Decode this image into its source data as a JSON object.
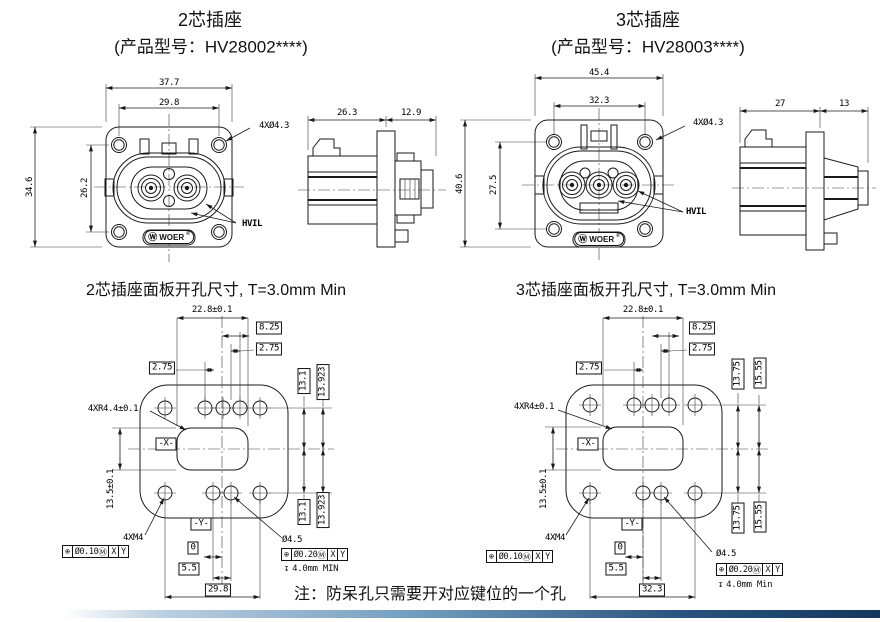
{
  "note": "注：防呆孔只需要开对应键位的一个孔",
  "two_pin": {
    "title": "2芯插座",
    "subtitle": "(产品型号：HV28002****)",
    "front": {
      "width_outer": "37.7",
      "width_inner": "29.8",
      "height_outer": "34.6",
      "height_inner": "26.2",
      "hole_callout": "4XØ4.3",
      "hvil": "HVIL",
      "logo_mark": "Ⓦ",
      "logo": "WOER",
      "logo_reg": "®"
    },
    "side": {
      "depth_body": "26.3",
      "depth_rear": "12.9"
    },
    "cutout": {
      "header": "2芯插座面板开孔尺寸, T=3.0mm Min",
      "top_width": "22.8±0.1",
      "dim_825": "8.25",
      "dim_275_right": "2.75",
      "dim_275_left": "2.75",
      "corner_radius": "4XR4.4±0.1",
      "datum_x": "-X-",
      "datum_y": "-Y-",
      "row_13_top": "13.1",
      "row_139_top": "13.923",
      "row_13_bot": "13.1",
      "row_139_bot": "13.923",
      "opening_height": "13.5±0.1",
      "thread_callout": "4XM4",
      "gdt_thread": {
        "sym": "⊕",
        "tol": "Ø0.10",
        "mod": "Ⓜ",
        "ref1": "X",
        "ref2": "Y"
      },
      "zero": "0",
      "key_pitch": "5.5",
      "bottom_width": "29.8",
      "key_hole": "Ø4.5",
      "gdt_key": {
        "sym": "⊕",
        "tol": "Ø0.20",
        "mod": "Ⓜ",
        "ref1": "X",
        "ref2": "Y"
      },
      "depth_sym": "↧",
      "depth_note": "4.0mm MIN"
    }
  },
  "three_pin": {
    "title": "3芯插座",
    "subtitle": "(产品型号：HV28003****)",
    "front": {
      "width_outer": "45.4",
      "width_inner": "32.3",
      "height_outer": "40.6",
      "height_inner": "27.5",
      "hole_callout": "4XØ4.3",
      "hvil": "HVIL",
      "logo_mark": "Ⓦ",
      "logo": "WOER",
      "logo_reg": "®"
    },
    "side": {
      "depth_body": "27",
      "depth_rear": "13"
    },
    "cutout": {
      "header": "3芯插座面板开孔尺寸, T=3.0mm Min",
      "top_width": "22.8±0.1",
      "dim_825": "8.25",
      "dim_275_right": "2.75",
      "dim_275_left": "2.75",
      "corner_radius": "4XR4±0.1",
      "datum_x": "-X-",
      "datum_y": "-Y-",
      "row_13_top": "13.75",
      "row_139_top": "15.55",
      "row_13_bot": "13.75",
      "row_139_bot": "15.55",
      "opening_height": "13.5±0.1",
      "thread_callout": "4XM4",
      "gdt_thread": {
        "sym": "⊕",
        "tol": "Ø0.10",
        "mod": "Ⓜ",
        "ref1": "X",
        "ref2": "Y"
      },
      "zero": "0",
      "key_pitch": "5.5",
      "bottom_width": "32.3",
      "key_hole": "Ø4.5",
      "gdt_key": {
        "sym": "⊕",
        "tol": "Ø0.20",
        "mod": "Ⓜ",
        "ref1": "X",
        "ref2": "Y"
      },
      "depth_sym": "↧",
      "depth_note": "4.0mm Min"
    }
  }
}
